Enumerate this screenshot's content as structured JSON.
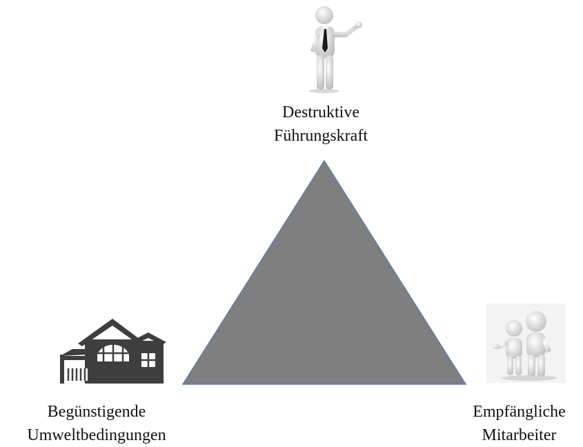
{
  "diagram": {
    "triangle_color": "#7f7f7f",
    "triangle_edge_color": "#5b7fb0",
    "nodes": {
      "top": {
        "line1": "Destruktive",
        "line2": "Führungskraft",
        "icon": "presenting-businessman-icon"
      },
      "left": {
        "line1": "Begünstigende",
        "line2": "Umweltbedingungen",
        "icon": "house-icon"
      },
      "right": {
        "line1": "Empfängliche",
        "line2": "Mitarbeiter",
        "icon": "two-people-icon"
      }
    }
  }
}
